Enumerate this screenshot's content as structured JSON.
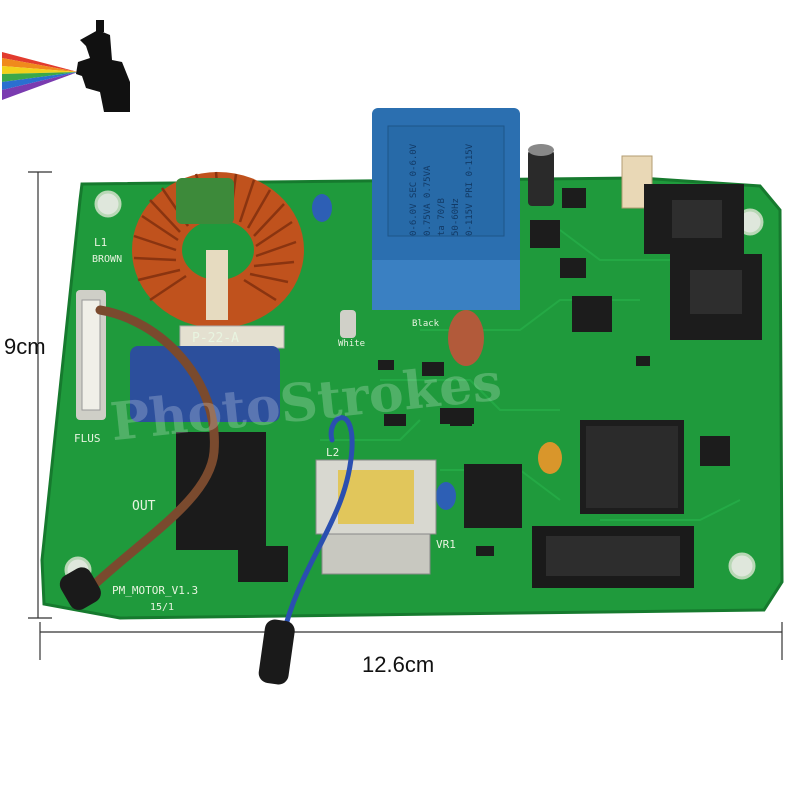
{
  "dimensions": {
    "height_label": "9cm",
    "width_label": "12.6cm"
  },
  "board": {
    "model_text": "PM_MOTOR_V1.3",
    "date_text": "15/1",
    "out_label": "OUT",
    "l1_label": "L1",
    "brown_label": "BROWN",
    "fuse_label": "FLUS",
    "white_label": "White",
    "black_label": "Black",
    "l2_label": "L2",
    "vr1_label": "VR1",
    "toroid_tag": "P-22-A",
    "transformer_text": [
      "0-6.0V SEC 0-6.0V",
      "0.75VA 0.75VA",
      "ta 70/B",
      "50-60Hz",
      "0-115V PRI 0-115V"
    ]
  },
  "watermark": "PhotoStrokes",
  "colors": {
    "pcb": "#1f9a3c",
    "pcb_dark": "#167a2e",
    "copper": "#c0521d",
    "transformer": "#2b6fb0"
  },
  "icons": {
    "logo": "spray-gun-rainbow-logo"
  }
}
